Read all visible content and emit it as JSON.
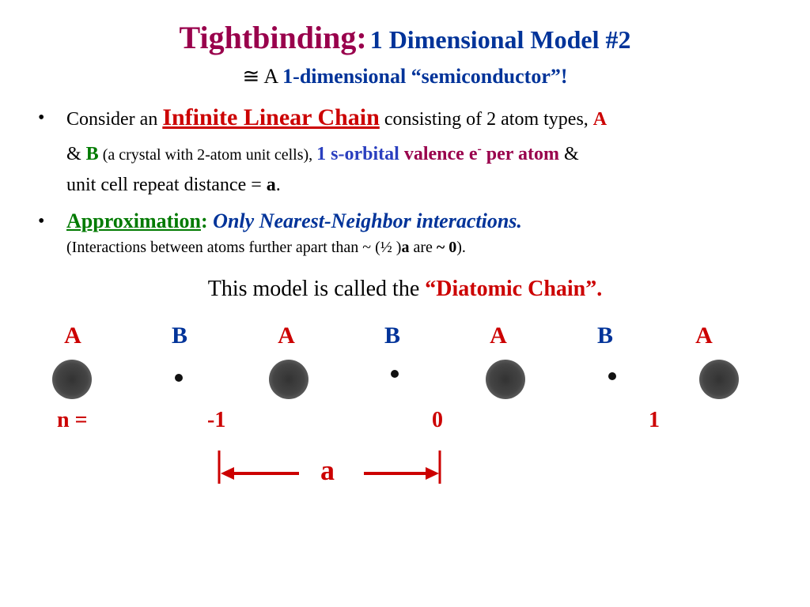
{
  "title": {
    "main": "Tightbinding:",
    "secondary": "1 Dimensional Model #2"
  },
  "subtitle": {
    "symbol": "≅",
    "article": "A",
    "phrase": "1-dimensional “semiconductor”!"
  },
  "bullet1": {
    "marker": "•",
    "p1": "Consider an ",
    "chain": "Infinite Linear Chain",
    "p2": " consisting of 2 atom types, ",
    "atomA": "A",
    "amp1": "& ",
    "atomB": "B",
    "paren": " (a crystal with 2-atom unit cells), ",
    "orbital": "1 s-orbital",
    "valence": " valence e",
    "minus": "-",
    "peratom": " per atom",
    "amp2": " &",
    "p3": "unit cell repeat distance = ",
    "a": "a",
    "period": "."
  },
  "bullet2": {
    "marker": "•",
    "approx": "Approximation",
    "colon": ":",
    "nn": " Only Nearest-Neighbor interactions.",
    "p1": "(Interactions between atoms further apart than ~  (½ )",
    "a": "a",
    "p2": " are ",
    "zero": "~ 0",
    "p3": ")."
  },
  "model": {
    "prefix": "This model is called the ",
    "name": "“Diatomic Chain”."
  },
  "chain": {
    "labels": [
      "A",
      "B",
      "A",
      "B",
      "A",
      "B",
      "A"
    ],
    "n_label": "n =",
    "n_values": [
      "-1",
      "0",
      "1"
    ],
    "spacing_label": "a"
  },
  "colors": {
    "title": "#99004c",
    "blue": "#003399",
    "red": "#cc0000",
    "green": "#007a00"
  }
}
